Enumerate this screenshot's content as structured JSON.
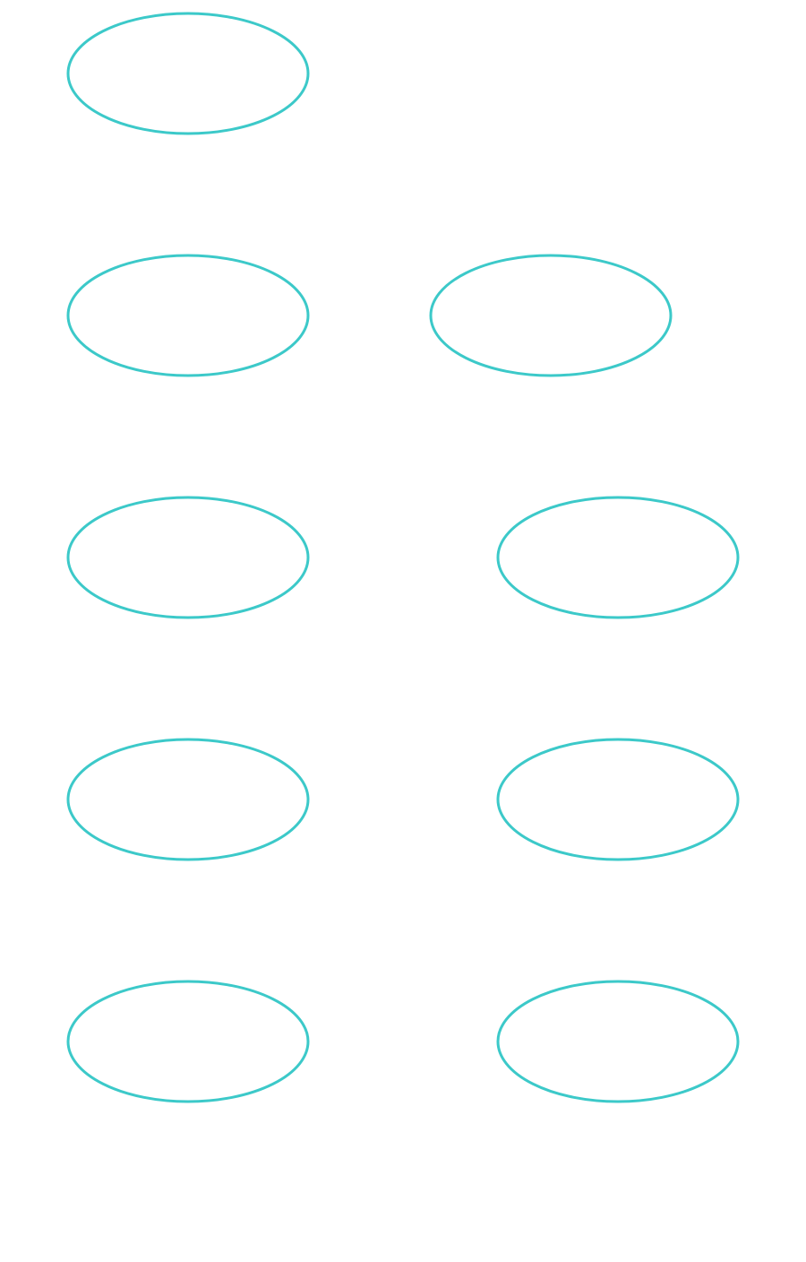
{
  "diagram": {
    "stroke_color": "#3cc9c9",
    "background_color": "#ffffff",
    "nodes": [
      {
        "id": "node-1",
        "shape": "ellipse",
        "label": ""
      },
      {
        "id": "node-2",
        "shape": "ellipse",
        "label": ""
      },
      {
        "id": "node-3",
        "shape": "ellipse",
        "label": ""
      },
      {
        "id": "node-4",
        "shape": "ellipse",
        "label": ""
      },
      {
        "id": "node-5",
        "shape": "ellipse",
        "label": ""
      },
      {
        "id": "node-6",
        "shape": "ellipse",
        "label": ""
      },
      {
        "id": "node-7",
        "shape": "ellipse",
        "label": ""
      },
      {
        "id": "node-8",
        "shape": "ellipse",
        "label": ""
      },
      {
        "id": "node-9",
        "shape": "ellipse",
        "label": ""
      }
    ]
  }
}
